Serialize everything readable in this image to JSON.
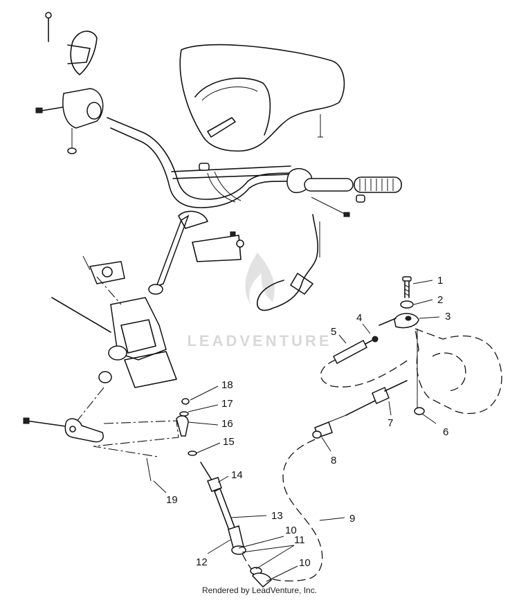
{
  "watermark": {
    "brand": "LEADVENTURE"
  },
  "footer": {
    "credit": "Rendered by LeadVenture, Inc."
  },
  "callouts": [
    "1",
    "2",
    "3",
    "4",
    "5",
    "6",
    "7",
    "8",
    "9",
    "10",
    "11",
    "12",
    "13",
    "14",
    "15",
    "16",
    "17",
    "18",
    "19"
  ],
  "colors": {
    "ink": "#111111",
    "watermark": "#d8d8d8",
    "background": "#ffffff"
  }
}
